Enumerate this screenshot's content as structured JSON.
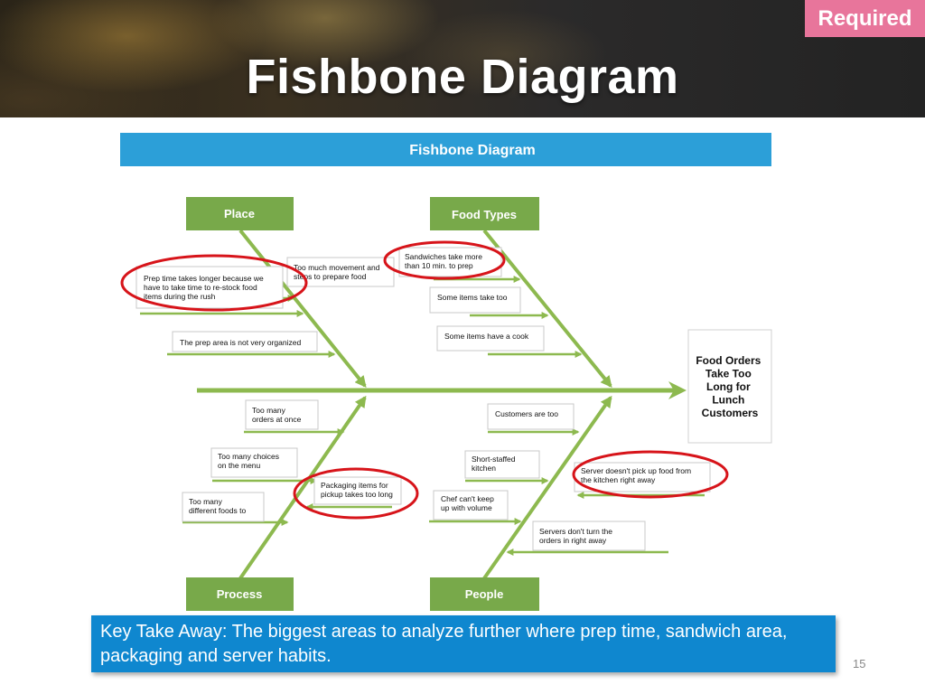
{
  "slide": {
    "title": "Fishbone Diagram",
    "badge": "Required",
    "takeaway": "Key Take Away: The biggest areas to analyze further where prep time, sandwich area, packaging and server habits.",
    "page_number": "15"
  },
  "diagram": {
    "header": "Fishbone Diagram",
    "effect": [
      "Food Orders",
      "Take Too",
      "Long for",
      "Lunch",
      "Customers"
    ],
    "categories": {
      "place": "Place",
      "food_types": "Food Types",
      "process": "Process",
      "people": "People"
    },
    "causes": {
      "prep_time": [
        "Prep time takes  longer because  we",
        "have  to take  time to re-stock food",
        "items during  the rush"
      ],
      "too_much_movement": [
        "Too much movement and",
        "steps to prepare  food"
      ],
      "prep_area": [
        "The prep area is not  very organized"
      ],
      "sandwiches": [
        "Sandwiches  take  more",
        "than  10 min. to prep"
      ],
      "some_items_take": [
        "Some items take  too"
      ],
      "some_items_cook": [
        "Some items have  a cook"
      ],
      "too_many_orders": [
        "Too many",
        "orders at once"
      ],
      "too_many_choices": [
        "Too many choices",
        "on the menu"
      ],
      "packaging": [
        "Packaging  items for",
        "pickup takes  too long"
      ],
      "too_many_foods": [
        "Too many",
        "different foods  to"
      ],
      "customers": [
        "Customers are too"
      ],
      "short_staffed": [
        "Short-staffed",
        "kitchen"
      ],
      "server_pickup": [
        "Server  doesn't  pick up food  from",
        "the kitchen  right away"
      ],
      "chef": [
        "Chef can't keep",
        "up with volume"
      ],
      "servers_turn": [
        "Servers  don't turn the",
        "orders  in right away"
      ]
    },
    "colors": {
      "bone": "#8db94f",
      "category_box": "#78a94a",
      "header_bar": "#2c9fd8",
      "highlight_circle": "#d7141a"
    }
  }
}
